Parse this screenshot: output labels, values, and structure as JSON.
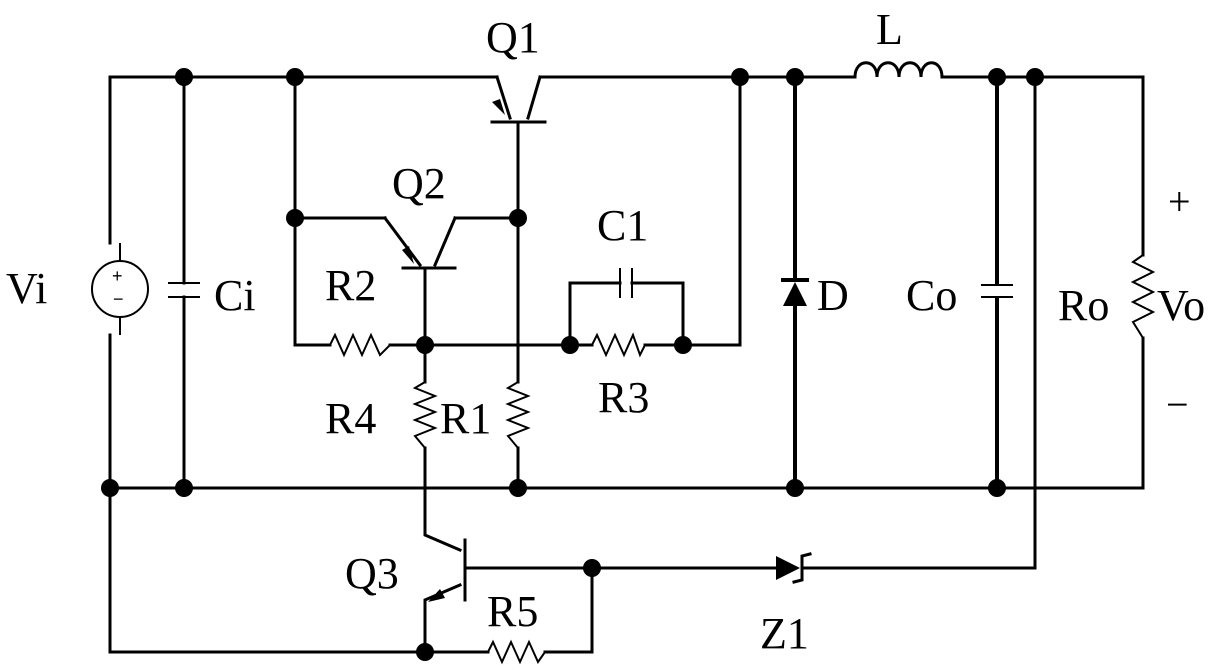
{
  "labels": {
    "vi": "Vi",
    "ci": "Ci",
    "q1": "Q1",
    "q2": "Q2",
    "q3": "Q3",
    "c1": "C1",
    "r1": "R1",
    "r2": "R2",
    "r3": "R3",
    "r4": "R4",
    "r5": "R5",
    "d": "D",
    "l": "L",
    "co": "Co",
    "ro": "Ro",
    "vo": "Vo",
    "z1": "Z1"
  },
  "polarity": {
    "source_plus": "+",
    "source_minus": "−",
    "out_plus": "+",
    "out_minus": "−"
  }
}
